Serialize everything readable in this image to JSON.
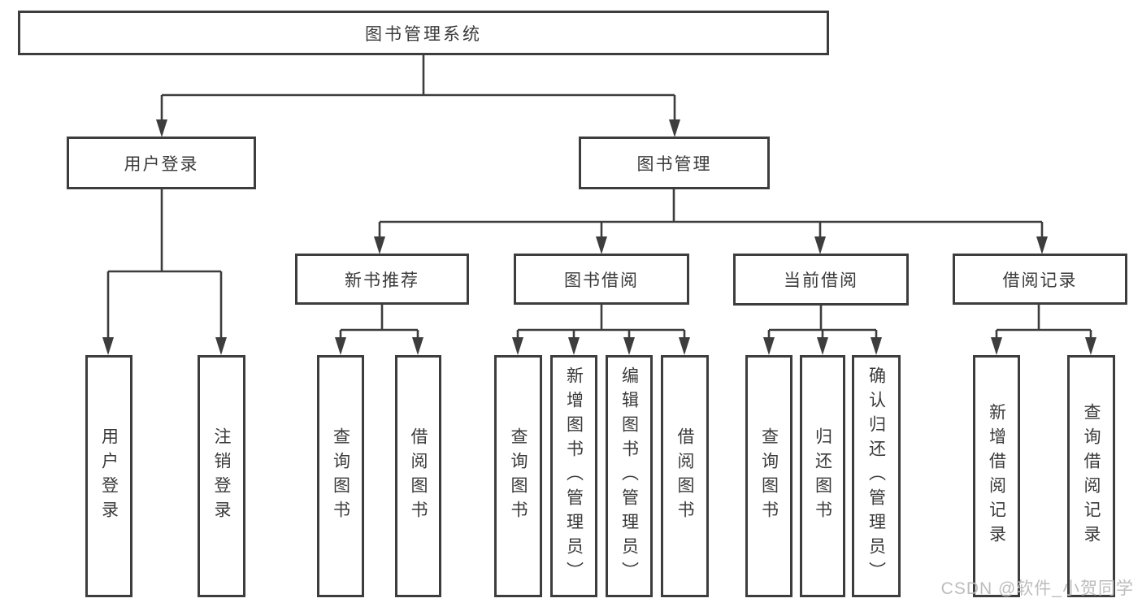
{
  "root": {
    "label": "图书管理系统"
  },
  "branches": [
    {
      "label": "用户登录",
      "leaves": [
        "用户登录",
        "注销登录"
      ]
    },
    {
      "label": "图书管理",
      "subgroups": [
        {
          "label": "新书推荐",
          "leaves": [
            "查询图书",
            "借阅图书"
          ]
        },
        {
          "label": "图书借阅",
          "leaves": [
            "查询图书",
            "新增图书（管理员）",
            "编辑图书（管理员）",
            "借阅图书"
          ]
        },
        {
          "label": "当前借阅",
          "leaves": [
            "查询图书",
            "归还图书",
            "确认归还（管理员）"
          ]
        },
        {
          "label": "借阅记录",
          "leaves": [
            "新增借阅记录",
            "查询借阅记录"
          ]
        }
      ]
    }
  ],
  "watermark": "CSDN @软件_小贺同学",
  "colors": {
    "line": "#3d3d3d",
    "text": "#3a3a3a",
    "watermark": "#bdbdbd",
    "bg": "#ffffff"
  }
}
